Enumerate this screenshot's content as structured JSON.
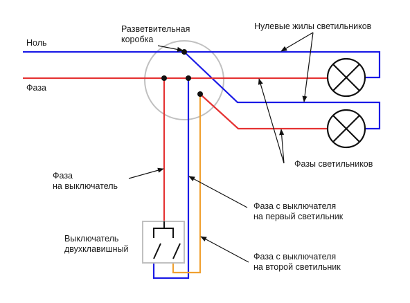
{
  "labels": {
    "neutral": "Ноль",
    "phase": "Фаза",
    "junction_box_line1": "Разветвительная",
    "junction_box_line2": "коробка",
    "neutral_lamp_wires": "Нулевые жилы светильников",
    "lamp_phases": "Фазы светильников",
    "phase_to_switch_line1": "Фаза",
    "phase_to_switch_line2": "на выключатель",
    "phase_switch_lamp1_line1": "Фаза с выключателя",
    "phase_switch_lamp1_line2": "на первый светильник",
    "phase_switch_lamp2_line1": "Фаза с выключателя",
    "phase_switch_lamp2_line2": "на второй светильник",
    "switch_line1": "Выключатель",
    "switch_line2": "двухклавишный"
  },
  "colors": {
    "neutral_wire": "#1a1ae6",
    "phase_wire": "#e53333",
    "lamp2_wire": "#f0a030",
    "junction_box": "#c0c0c0",
    "switch_box": "#c0c0c0",
    "lamp": "#111111",
    "annotation": "#111111"
  }
}
